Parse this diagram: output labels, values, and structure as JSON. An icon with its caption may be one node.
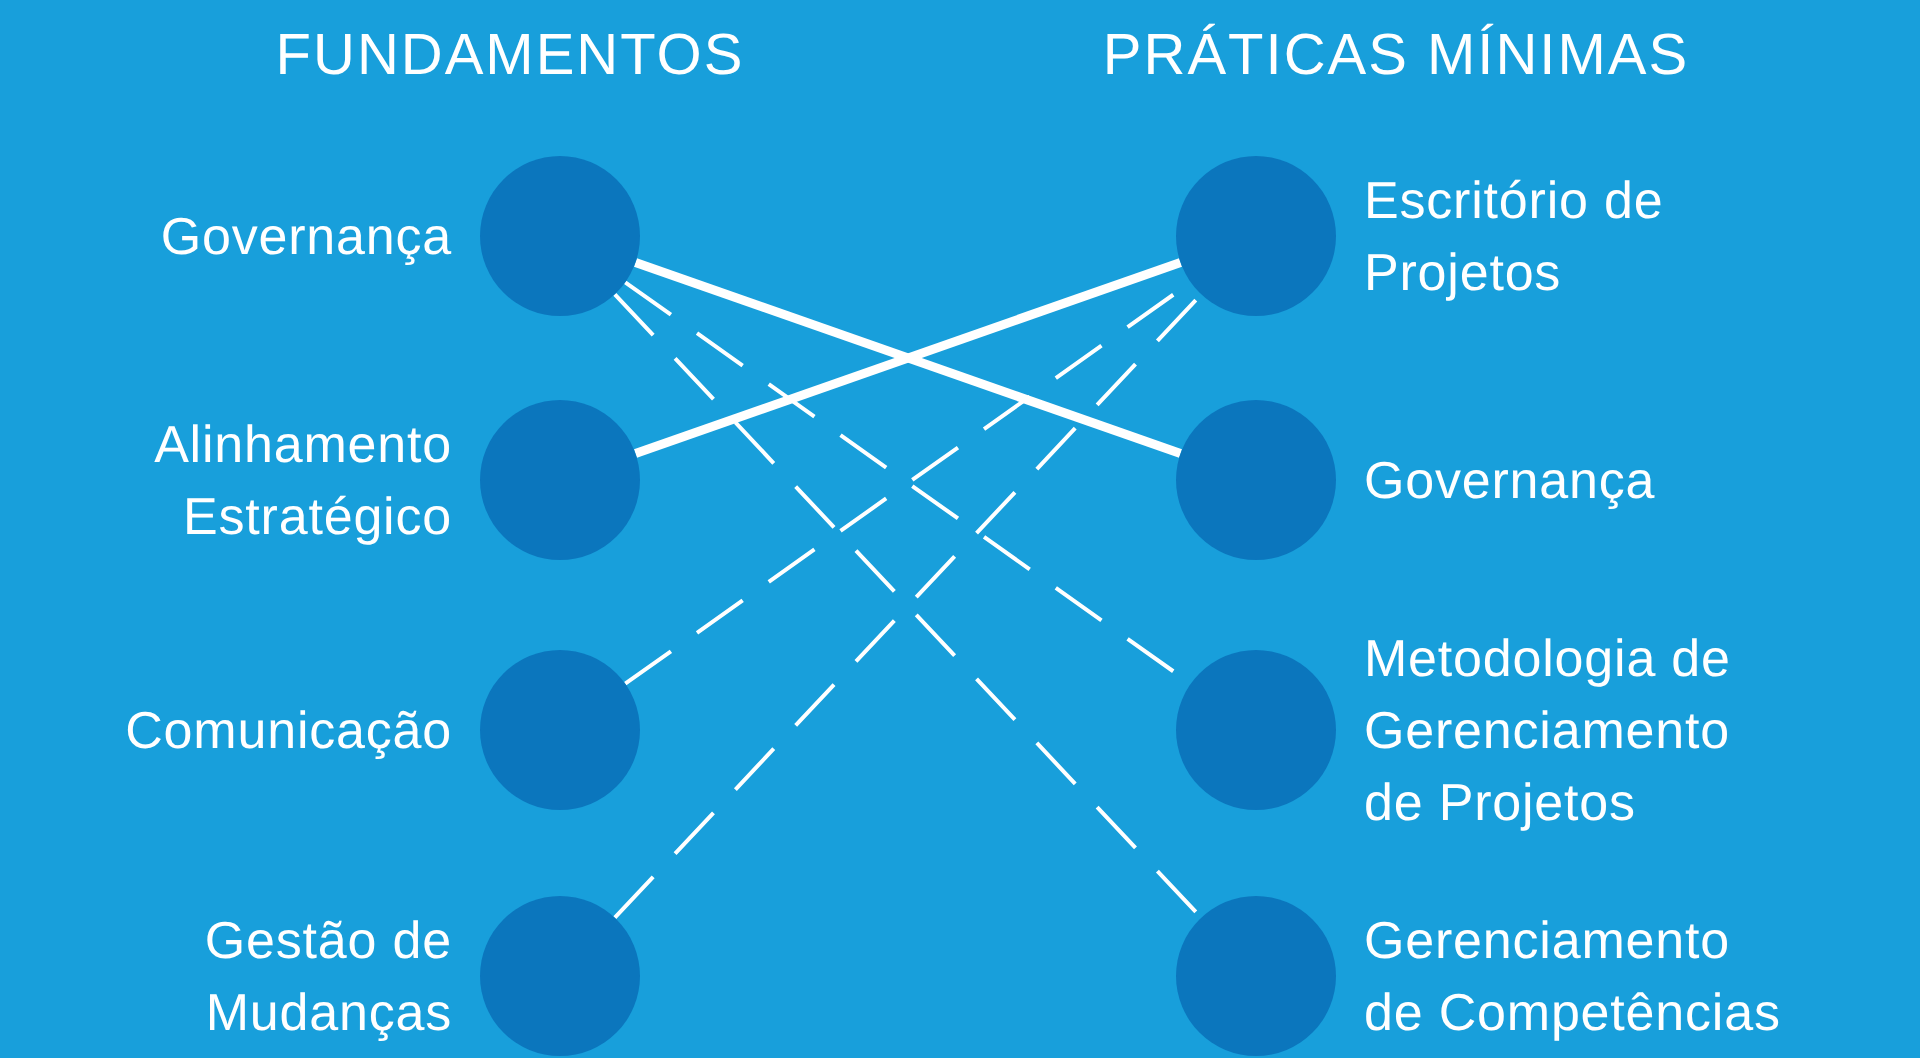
{
  "diagram": {
    "nodes": [
      {
        "text": [
          "Governança"
        ]
      },
      {
        "text": [
          "Escritório de Projetos"
        ]
      },
      {
        "text": [
          "Alinhamento Estratégico"
        ]
      },
      {
        "text": [
          "Governança"
        ]
      },
      {
        "text": [
          "Comunicação"
        ]
      },
      {
        "text": [
          "Metodologia de Gerenciamento de Projetos"
        ]
      },
      {
        "text": [
          "Gestão de Mudanças"
        ]
      },
      {
        "text": [
          "Gerenciamento de Competências"
        ]
      }
    ],
    "edges": [
      {
        "from": 0,
        "to": 3,
        "arrow": "none",
        "style": "thick"
      },
      {
        "from": 2,
        "to": 1,
        "arrow": "none",
        "style": "thick"
      },
      {
        "from": 0,
        "to": 5,
        "arrow": "none",
        "style": "dashed"
      },
      {
        "from": 0,
        "to": 7,
        "arrow": "none",
        "style": "dashed"
      },
      {
        "from": 4,
        "to": 1,
        "arrow": "none",
        "style": "dashed"
      },
      {
        "from": 6,
        "to": 1,
        "arrow": "none",
        "style": "dashed"
      }
    ],
    "labels": [
      "FUNDAMENTOS",
      "PRÁTICAS MÍNIMAS"
    ]
  }
}
